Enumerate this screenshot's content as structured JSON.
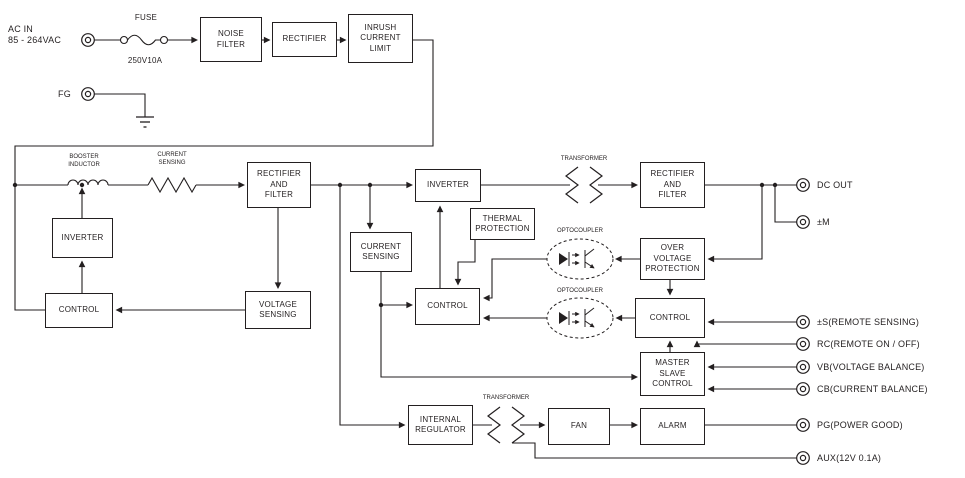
{
  "diagram": {
    "ac_input": {
      "line1": "AC IN",
      "line2": "85 - 264VAC"
    },
    "fuse": {
      "label": "FUSE",
      "rating": "250V10A"
    },
    "fg_label": "FG",
    "boxes": {
      "noise_filter": "NOISE\nFILTER",
      "rectifier_input": "RECTIFIER",
      "inrush_current_limit": "INRUSH\nCURRENT\nLIMIT",
      "rectifier_filter_pfc": "RECTIFIER\nAND\nFILTER",
      "inverter_pfc": "INVERTER",
      "control_pfc": "CONTROL",
      "voltage_sensing": "VOLTAGE\nSENSING",
      "inverter_main": "INVERTER",
      "current_sensing": "CURRENT\nSENSING",
      "thermal_protection": "THERMAL\nPROTECTION",
      "control_primary": "CONTROL",
      "rectifier_filter_output": "RECTIFIER\nAND\nFILTER",
      "over_voltage_protection": "OVER VOLTAGE\nPROTECTION",
      "control_secondary": "CONTROL",
      "master_slave_control": "MASTER\nSLAVE\nCONTROL",
      "internal_regulator": "INTERNAL\nREGULATOR",
      "fan": "FAN",
      "alarm": "ALARM"
    },
    "symbol_labels": {
      "booster_inductor": "BOOSTER\nINDUCTOR",
      "current_sensing": "CURRENT\nSENSING",
      "transformer_main": "TRANSFORMER",
      "optocoupler_upper": "OPTOCOUPLER",
      "optocoupler_lower": "OPTOCOUPLER",
      "transformer_aux": "TRANSFORMER"
    },
    "terminals": {
      "dc_out": "DC OUT",
      "m": "±M",
      "remote_sensing": "±S(REMOTE SENSING)",
      "remote_on_off": "RC(REMOTE ON / OFF)",
      "voltage_balance": "VB(VOLTAGE BALANCE)",
      "current_balance": "CB(CURRENT BALANCE)",
      "power_good": "PG(POWER GOOD)",
      "aux": "AUX(12V 0.1A)"
    },
    "colors": {
      "line": "#231f20",
      "background": "#ffffff"
    }
  }
}
